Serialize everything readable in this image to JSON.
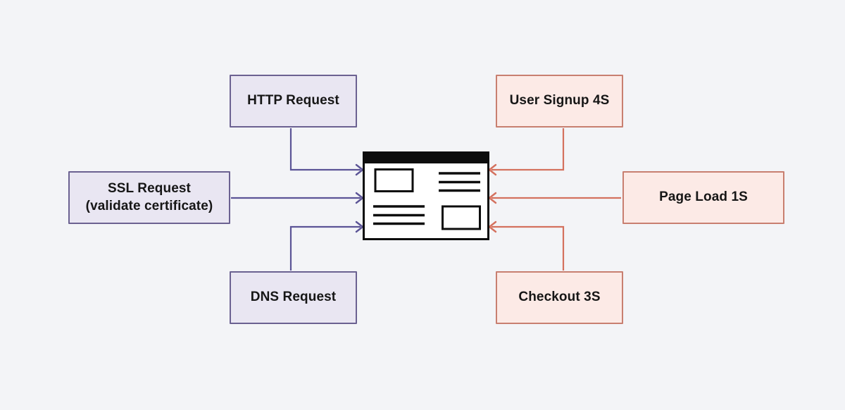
{
  "diagram": {
    "description_icon": "browser-window-icon",
    "nodes": {
      "http": {
        "label": "HTTP Request",
        "side": "left",
        "color_scheme": "purple"
      },
      "ssl": {
        "label": "SSL Request\n(validate certificate)",
        "side": "left",
        "color_scheme": "purple"
      },
      "dns": {
        "label": "DNS Request",
        "side": "left",
        "color_scheme": "purple"
      },
      "signup": {
        "label": "User Signup 4S",
        "side": "right",
        "color_scheme": "salmon"
      },
      "pageload": {
        "label": "Page Load 1S",
        "side": "right",
        "color_scheme": "salmon"
      },
      "checkout": {
        "label": "Checkout 3S",
        "side": "right",
        "color_scheme": "salmon"
      }
    }
  },
  "colors": {
    "background": "#f3f4f7",
    "purple_fill": "#e9e6f2",
    "purple_border": "#6b6191",
    "purple_arrow": "#5b5496",
    "salmon_fill": "#fceae6",
    "salmon_border": "#c87f70",
    "salmon_arrow": "#d4715e",
    "browser_ink": "#0d0d0d",
    "text": "#161616"
  }
}
